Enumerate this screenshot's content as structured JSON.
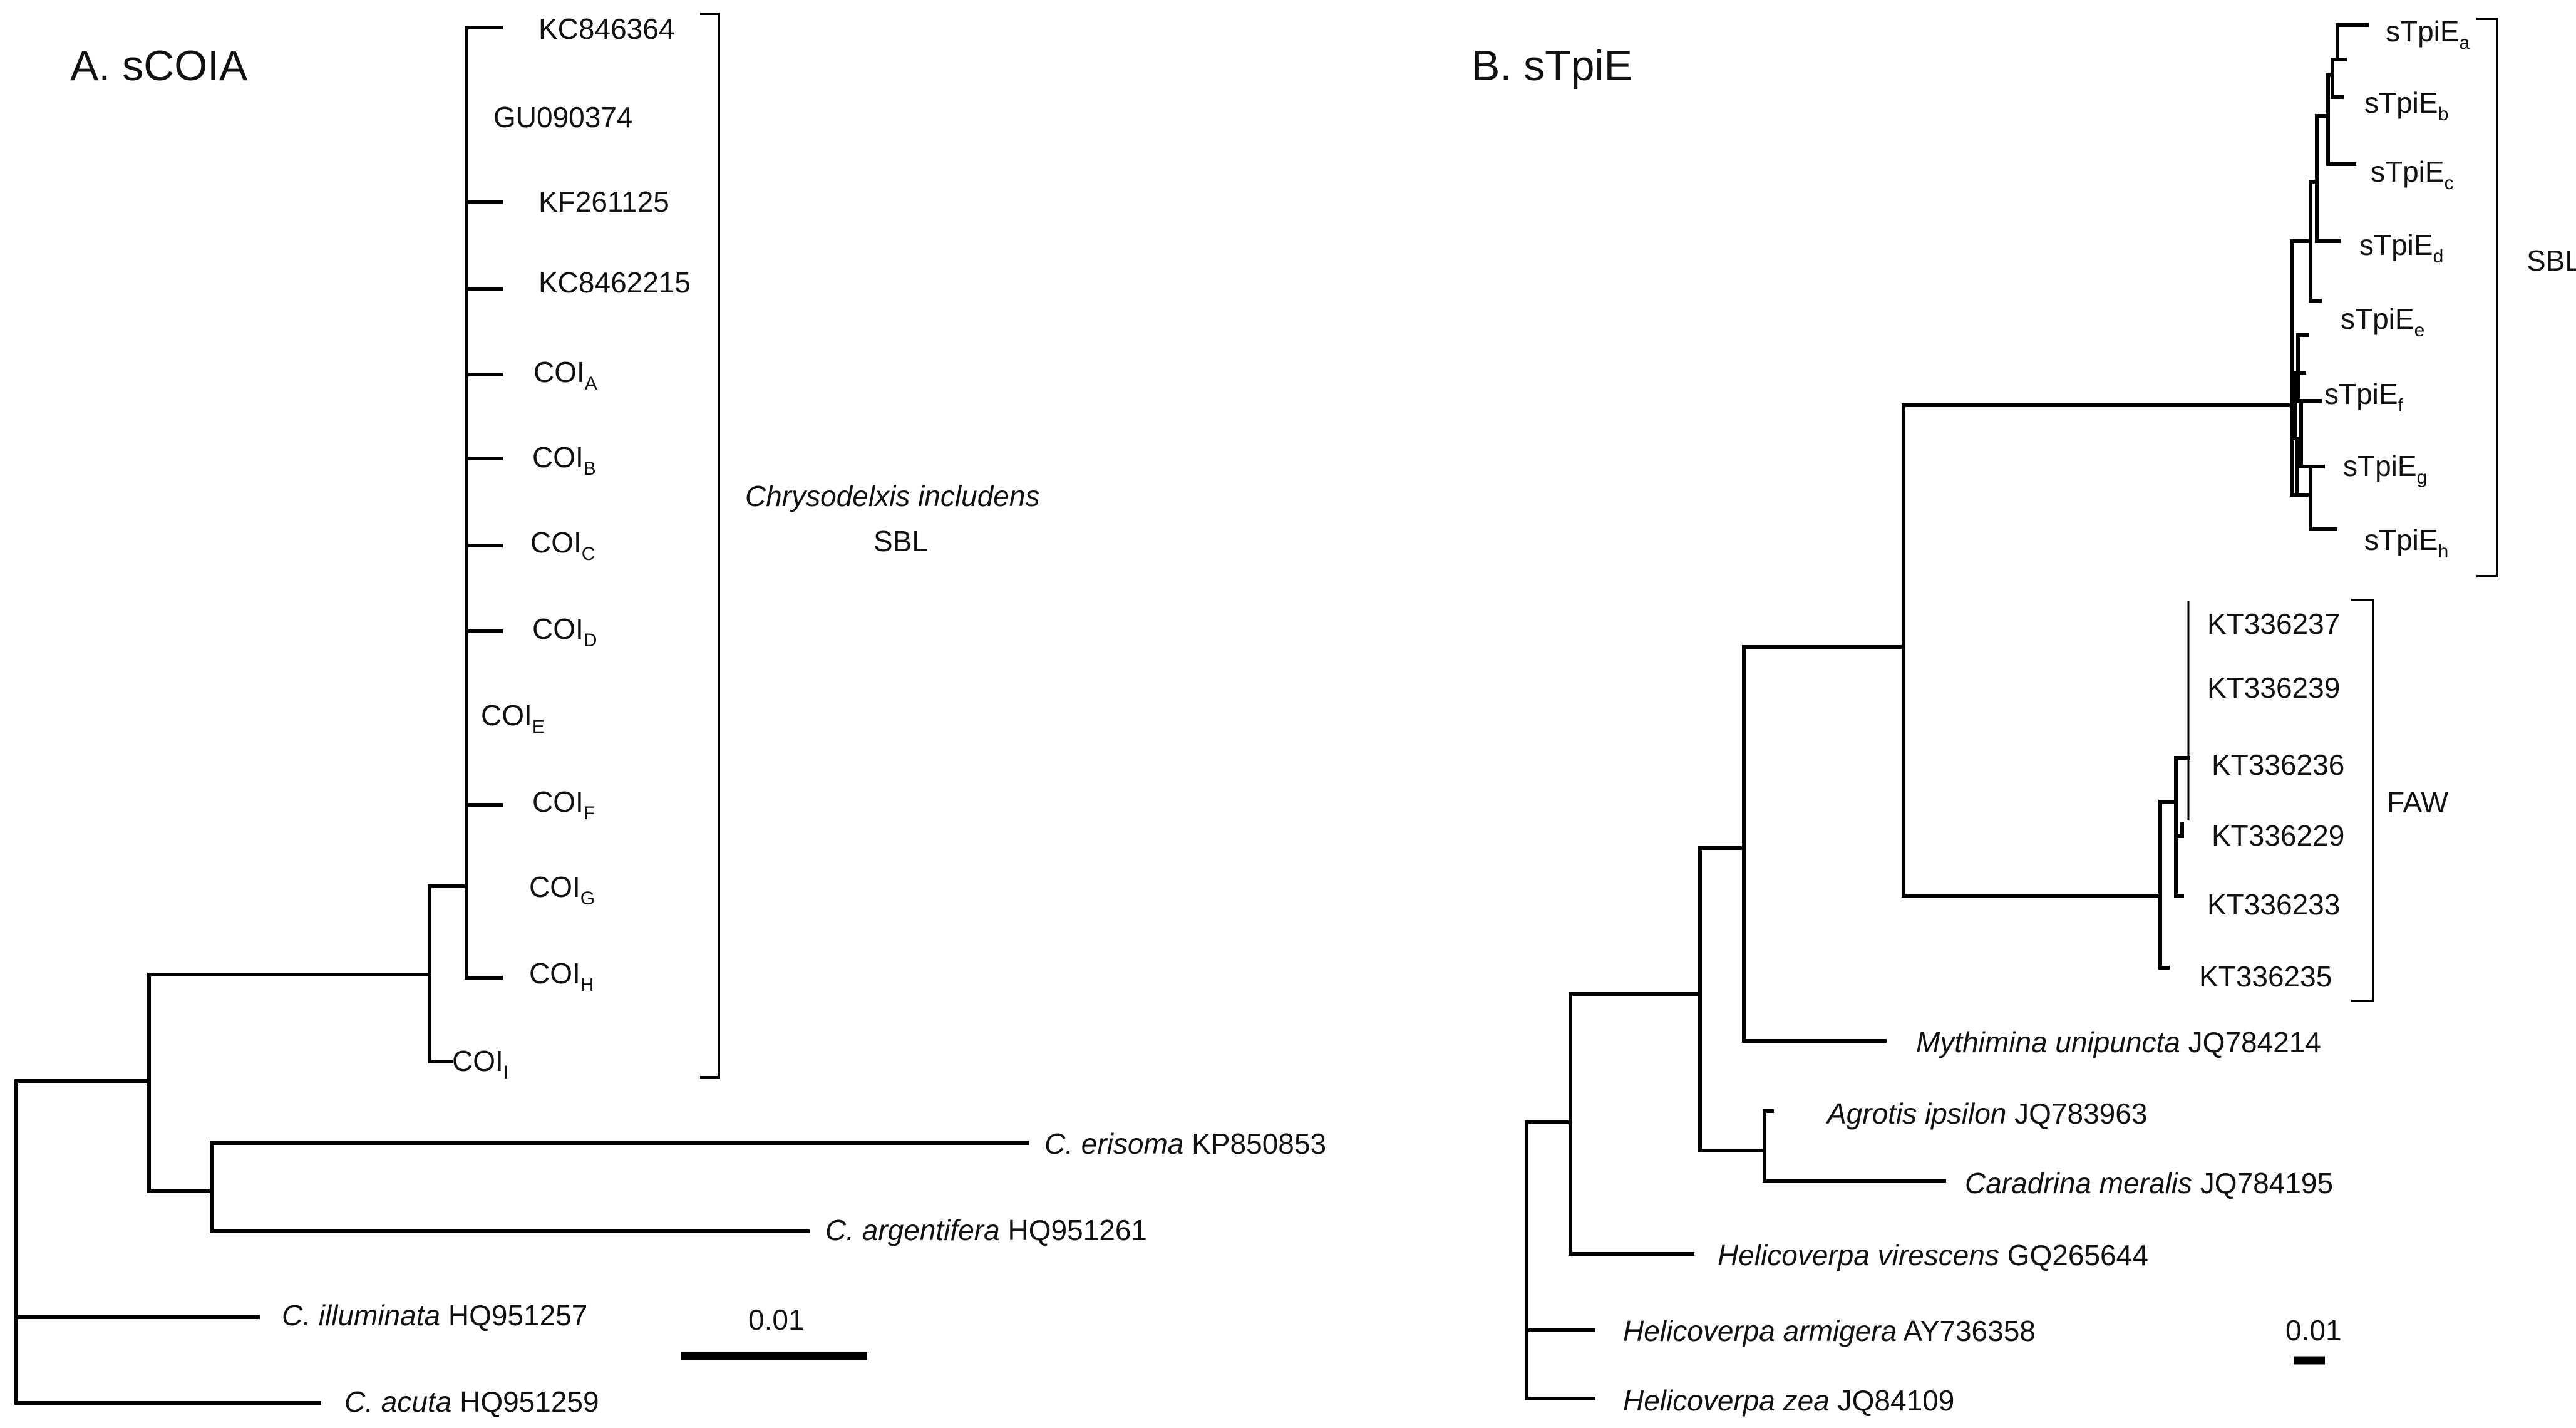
{
  "panel_a": {
    "title": "A. sCOIA",
    "tips": {
      "kc846364": "KC846364",
      "gu090374": "GU090374",
      "kf261125": "KF261125",
      "kc8462215": "KC8462215",
      "coi_a": {
        "base": "COI",
        "sub": "A"
      },
      "coi_b": {
        "base": "COI",
        "sub": "B"
      },
      "coi_c": {
        "base": "COI",
        "sub": "C"
      },
      "coi_d": {
        "base": "COI",
        "sub": "D"
      },
      "coi_e": {
        "base": "COI",
        "sub": "E"
      },
      "coi_f": {
        "base": "COI",
        "sub": "F"
      },
      "coi_g": {
        "base": "COI",
        "sub": "G"
      },
      "coi_h": {
        "base": "COI",
        "sub": "H"
      },
      "coi_i": {
        "base": "COI",
        "sub": "I"
      },
      "c_erisoma": {
        "species": "C. erisoma",
        "accession": "KP850853"
      },
      "c_argentifera": {
        "species": "C. argentifera",
        "accession": "HQ951261"
      },
      "c_illuminata": {
        "species": "C. illuminata",
        "accession": "HQ951257"
      },
      "c_acuta": {
        "species": "C. acuta",
        "accession": "HQ951259"
      }
    },
    "clade": {
      "species": "Chrysodelxis includens",
      "group": "SBL"
    },
    "scale_label": "0.01"
  },
  "panel_b": {
    "title": "B. sTpiE",
    "tips": {
      "stpie_a": {
        "base": "sTpiE",
        "sub": "a"
      },
      "stpie_b": {
        "base": "sTpiE",
        "sub": "b"
      },
      "stpie_c": {
        "base": "sTpiE",
        "sub": "c"
      },
      "stpie_d": {
        "base": "sTpiE",
        "sub": "d"
      },
      "stpie_e": {
        "base": "sTpiE",
        "sub": "e"
      },
      "stpie_f": {
        "base": "sTpiE",
        "sub": "f"
      },
      "stpie_g": {
        "base": "sTpiE",
        "sub": "g"
      },
      "stpie_h": {
        "base": "sTpiE",
        "sub": "h"
      },
      "kt336237": "KT336237",
      "kt336239": "KT336239",
      "kt336236": "KT336236",
      "kt336229": "KT336229",
      "kt336233": "KT336233",
      "kt336235": "KT336235",
      "mythimna": {
        "species": "Mythimina unipuncta",
        "accession": "JQ784214"
      },
      "agrotis": {
        "species": "Agrotis ipsilon",
        "accession": "JQ783963"
      },
      "caradrina": {
        "species": "Caradrina meralis",
        "accession": "JQ784195"
      },
      "h_virescens": {
        "species": "Helicoverpa virescens",
        "accession": "GQ265644"
      },
      "h_armigera": {
        "species": "Helicoverpa armigera",
        "accession": "AY736358"
      },
      "h_zea": {
        "species": "Helicoverpa zea",
        "accession": "JQ84109"
      }
    },
    "clade_sbl": "SBL",
    "clade_faw": "FAW",
    "scale_label": "0.01"
  }
}
